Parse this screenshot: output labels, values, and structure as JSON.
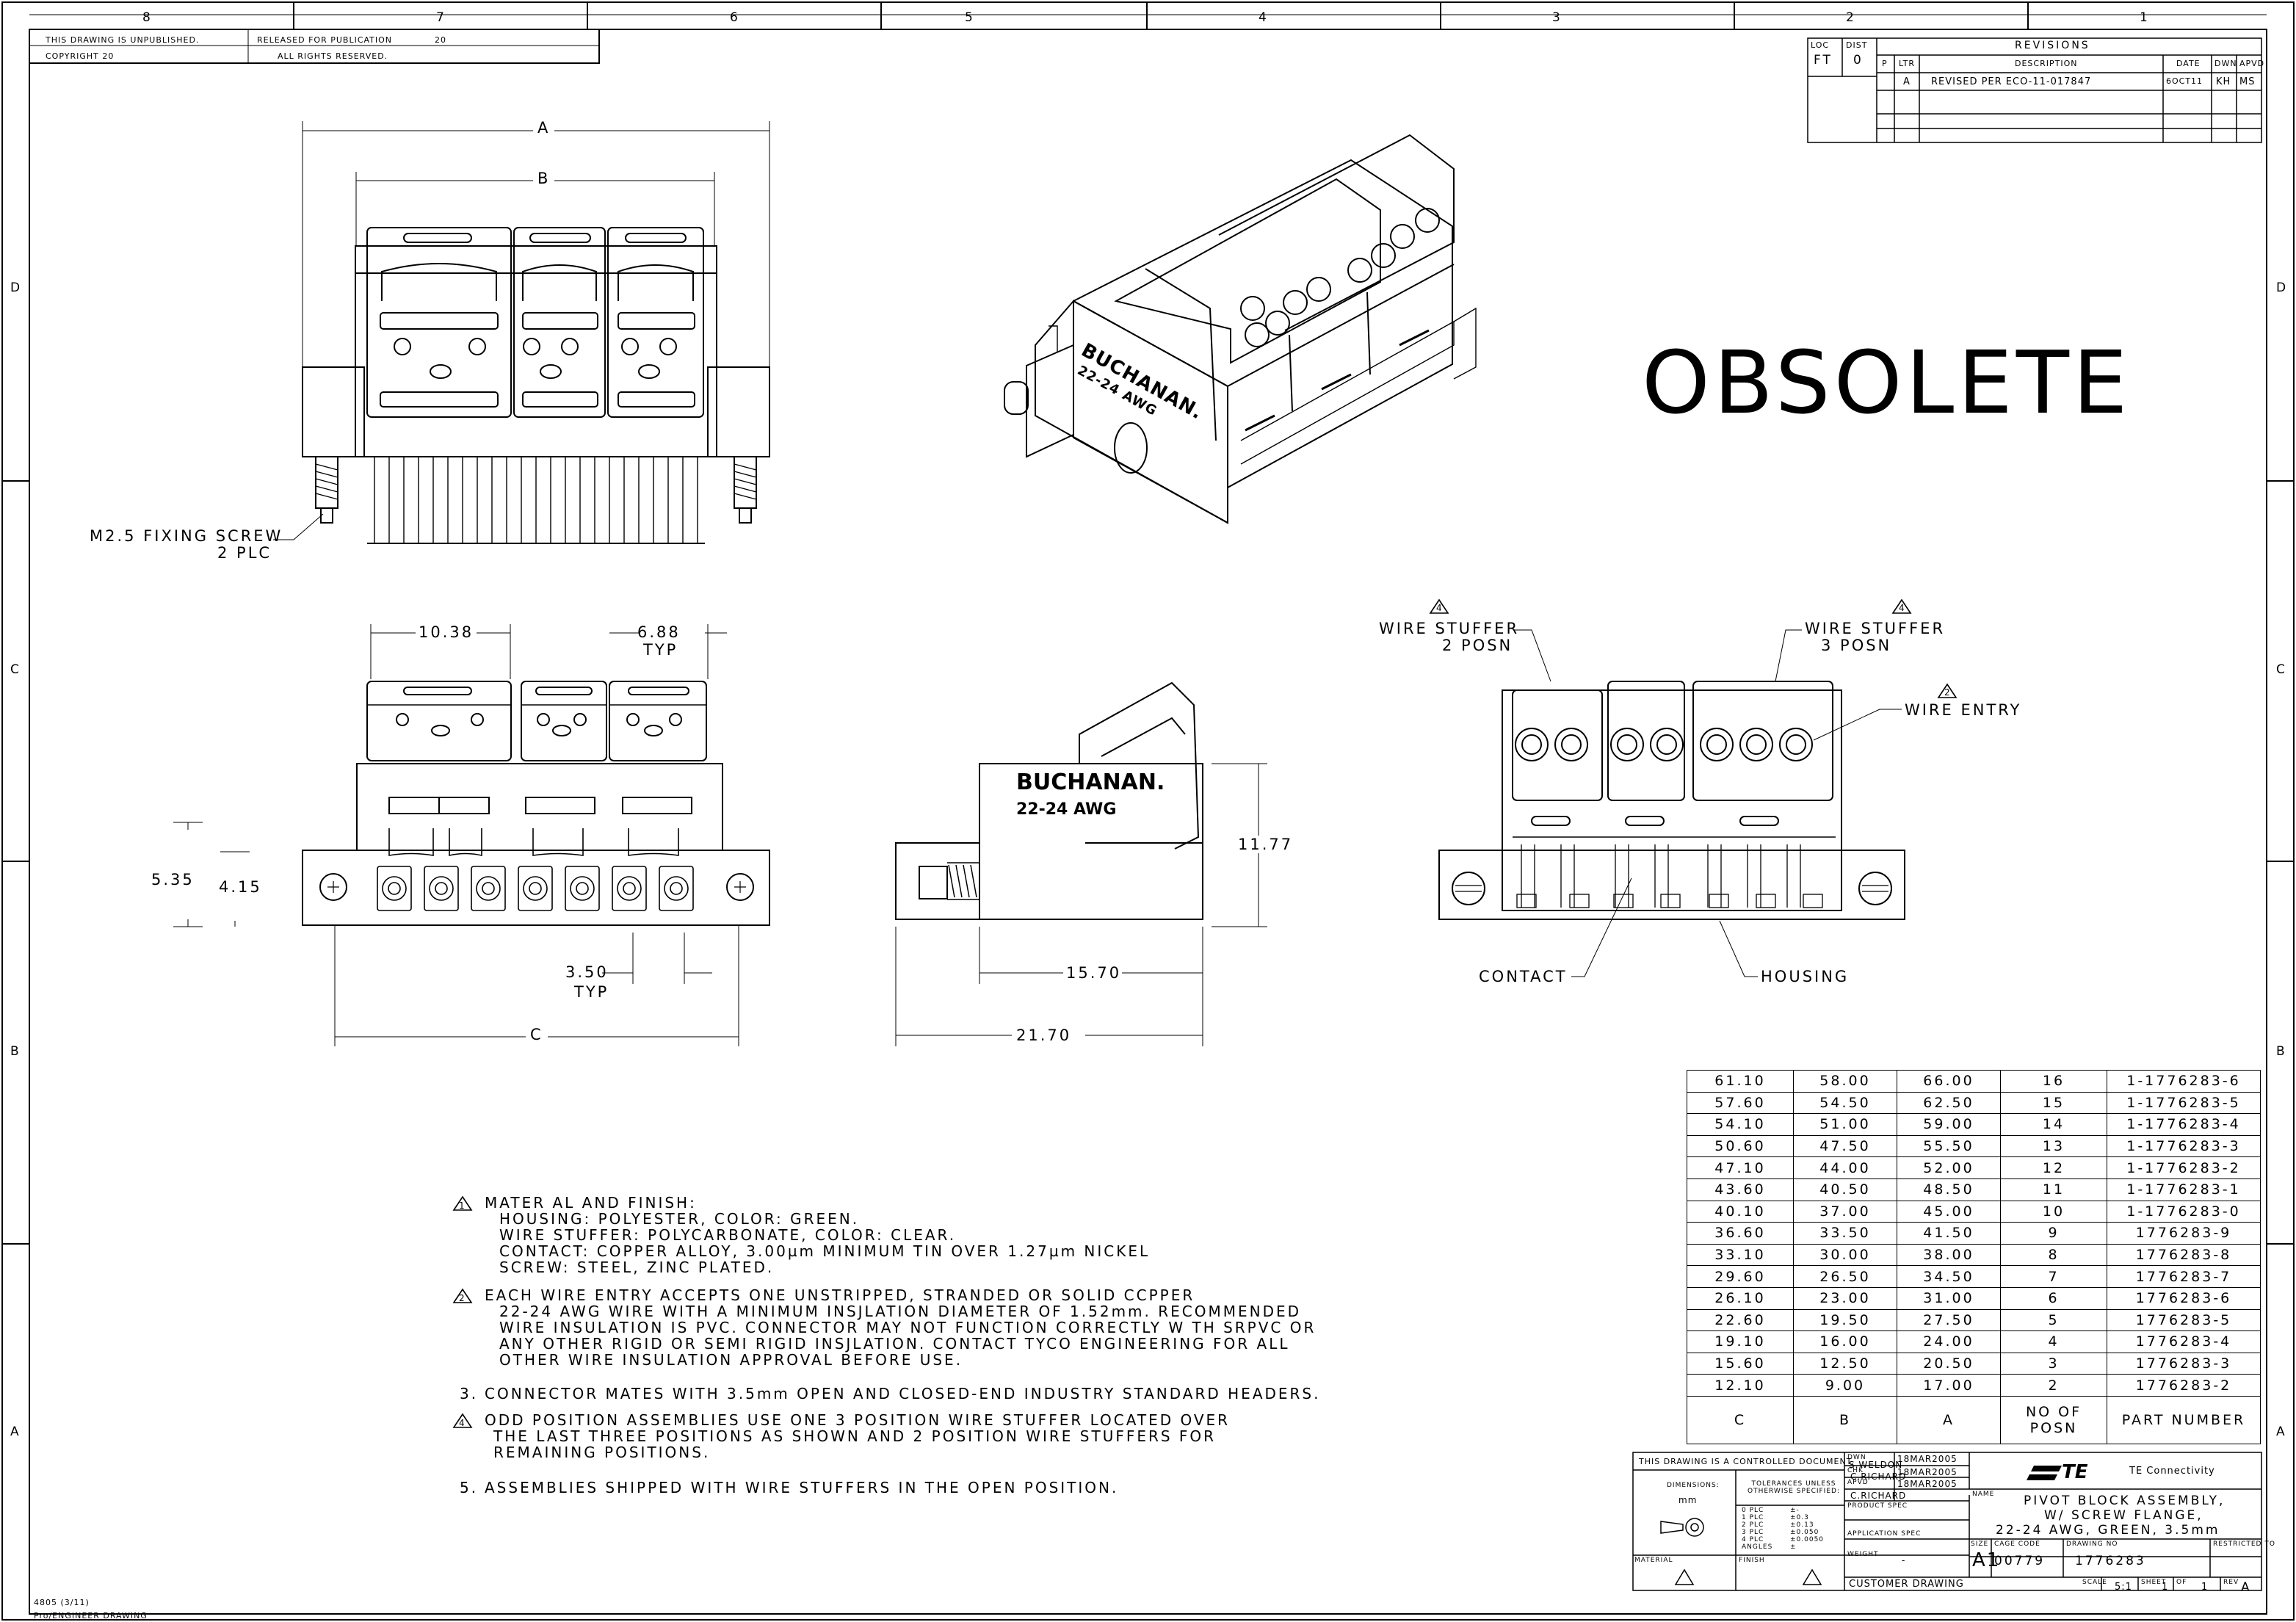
{
  "border": {
    "top_zones": [
      "8",
      "7",
      "6",
      "5",
      "4",
      "3",
      "2",
      "1"
    ],
    "side_zones": [
      "D",
      "C",
      "B",
      "A"
    ]
  },
  "header": {
    "unpublished": "THIS DRAWING IS UNPUBLISHED.",
    "copyright": "COPYRIGHT 20",
    "released": "RELEASED FOR PUBLICATION",
    "released_year": "20",
    "rights": "ALL RIGHTS RESERVED."
  },
  "revisions": {
    "title": "REVISIONS",
    "loc_label": "LOC",
    "dist_label": "DIST",
    "loc": "FT",
    "dist": "0",
    "cols": [
      "P",
      "LTR",
      "DESCRIPTION",
      "DATE",
      "DWN",
      "APVD"
    ],
    "rows": [
      {
        "ltr": "A",
        "desc": "REVISED PER ECO-11-017847",
        "date": "6OCT11",
        "dwn": "KH",
        "apvd": "MS"
      }
    ]
  },
  "watermark": "OBSOLETE",
  "dims_top_view": {
    "a": "A",
    "b": "B",
    "fixing_screw": "M2.5 FIXING SCREW",
    "fixing_screw_qty": "2 PLC"
  },
  "dims_front_view": {
    "d1": "10.38",
    "d2": "6.88",
    "d2_note": "TYP",
    "d3": "5.35",
    "d4": "4.15",
    "d5": "3.50",
    "d5_note": "TYP",
    "c": "C"
  },
  "dims_side_view": {
    "brand": "BUCHANAN.",
    "awg": "22-24 AWG",
    "h": "11.77",
    "w1": "15.70",
    "w2": "21.70"
  },
  "iso_view": {
    "brand": "BUCHANAN.",
    "awg": "22-24 AWG"
  },
  "callouts_end_view": {
    "ws2": "WIRE STUFFER",
    "ws2_posn": "2 POSN",
    "ws2_note": "4",
    "ws3": "WIRE STUFFER",
    "ws3_posn": "3 POSN",
    "ws3_note": "4",
    "entry": "WIRE ENTRY",
    "entry_note": "2",
    "contact": "CONTACT",
    "housing": "HOUSING"
  },
  "notes": [
    {
      "num": "1",
      "flag": true,
      "lines": [
        "MATER AL AND FINISH:",
        "HOUSING: POLYESTER, COLOR: GREEN.",
        "WIRE STUFFER: POLYCARBONATE, COLOR: CLEAR.",
        "CONTACT: COPPER ALLOY, 3.00µm MINIMUM TIN OVER 1.27µm NICKEL",
        "SCREW: STEEL, ZINC PLATED."
      ]
    },
    {
      "num": "2",
      "flag": true,
      "lines": [
        "EACH WIRE ENTRY ACCEPTS ONE UNSTRIPPED, STRANDED OR SOLID CCPPER",
        "22-24 AWG WIRE WITH A MINIMUM INSJLATION DIAMETER OF 1.52mm. RECOMMENDED",
        "WIRE INSULATION IS PVC. CONNECTOR MAY NOT FUNCTION CORRECTLY W TH SRPVC OR",
        "ANY OTHER RIGID OR SEMI RIGID INSJLATION. CONTACT TYCO ENGINEERING FOR ALL",
        "OTHER WIRE INSULATION APPROVAL BEFORE USE."
      ]
    },
    {
      "num": "3.",
      "flag": false,
      "lines": [
        "CONNECTOR MATES WITH 3.5mm OPEN AND CLOSED-END INDUSTRY STANDARD HEADERS."
      ]
    },
    {
      "num": "4",
      "flag": true,
      "lines": [
        "ODD POSITION ASSEMBLIES USE ONE 3 POSITION WIRE STUFFER LOCATED OVER",
        "THE LAST THREE POSITIONS AS SHOWN AND 2 POSITION WIRE STUFFERS FOR",
        "REMAINING POSITIONS."
      ]
    },
    {
      "num": "5.",
      "flag": false,
      "lines": [
        "ASSEMBLIES SHIPPED WITH WIRE STUFFERS IN THE OPEN POSITION."
      ]
    }
  ],
  "table": {
    "headers": [
      "C",
      "B",
      "A",
      "NO OF POSN",
      "PART NUMBER"
    ],
    "rows": [
      [
        "61.10",
        "58.00",
        "66.00",
        "16",
        "1-1776283-6"
      ],
      [
        "57.60",
        "54.50",
        "62.50",
        "15",
        "1-1776283-5"
      ],
      [
        "54.10",
        "51.00",
        "59.00",
        "14",
        "1-1776283-4"
      ],
      [
        "50.60",
        "47.50",
        "55.50",
        "13",
        "1-1776283-3"
      ],
      [
        "47.10",
        "44.00",
        "52.00",
        "12",
        "1-1776283-2"
      ],
      [
        "43.60",
        "40.50",
        "48.50",
        "11",
        "1-1776283-1"
      ],
      [
        "40.10",
        "37.00",
        "45.00",
        "10",
        "1-1776283-0"
      ],
      [
        "36.60",
        "33.50",
        "41.50",
        "9",
        "1776283-9"
      ],
      [
        "33.10",
        "30.00",
        "38.00",
        "8",
        "1776283-8"
      ],
      [
        "29.60",
        "26.50",
        "34.50",
        "7",
        "1776283-7"
      ],
      [
        "26.10",
        "23.00",
        "31.00",
        "6",
        "1776283-6"
      ],
      [
        "22.60",
        "19.50",
        "27.50",
        "5",
        "1776283-5"
      ],
      [
        "19.10",
        "16.00",
        "24.00",
        "4",
        "1776283-4"
      ],
      [
        "15.60",
        "12.50",
        "20.50",
        "3",
        "1776283-3"
      ],
      [
        "12.10",
        "9.00",
        "17.00",
        "2",
        "1776283-2"
      ]
    ]
  },
  "title_block": {
    "controlled": "THIS DRAWING IS A CONTROLLED DOCUMENT.",
    "dwn_label": "DWN",
    "dwn": "S.WELDON",
    "dwn_date": "18MAR2005",
    "chk_label": "CHK",
    "chk": "C.RICHARD",
    "chk_date": "18MAR2005",
    "apvd_label": "APVD",
    "apvd": "C.RICHARD",
    "apvd_date": "18MAR2005",
    "product_spec": "PRODUCT SPEC",
    "application_spec": "APPLICATION SPEC",
    "weight": "WEIGHT",
    "weight_val": "-",
    "dimensions": "DIMENSIONS:",
    "units": "mm",
    "tolerances": "TOLERANCES UNLESS OTHERWISE SPECIFIED:",
    "tol_rows": [
      [
        "0 PLC",
        "±-"
      ],
      [
        "1 PLC",
        "±0.3"
      ],
      [
        "2 PLC",
        "±0.13"
      ],
      [
        "3 PLC",
        "±0.050"
      ],
      [
        "4 PLC",
        "±0.0050"
      ],
      [
        "ANGLES",
        "±"
      ]
    ],
    "material": "MATERIAL",
    "finish": "FINISH",
    "company": "TE Connectivity",
    "logo": "TE",
    "name_label": "NAME",
    "title_lines": [
      "PIVOT BLOCK ASSEMBLY,",
      "W/ SCREW FLANGE,",
      "22-24 AWG, GREEN, 3.5mm"
    ],
    "size_label": "SIZE",
    "size": "A1",
    "cage_label": "CAGE CODE",
    "cage": "00779",
    "dwg_label": "DRAWING NO",
    "dwg": "1776283",
    "restricted": "RESTRICTED TO",
    "customer": "CUSTOMER DRAWING",
    "scale_label": "SCALE",
    "scale": "5:1",
    "sheet_label": "SHEET",
    "sheet": "1",
    "of_label": "OF",
    "of": "1",
    "rev_label": "REV",
    "rev": "A"
  },
  "footer": {
    "form": "4805 (3/11)",
    "software": "Pro/ENGINEER DRAWING"
  }
}
